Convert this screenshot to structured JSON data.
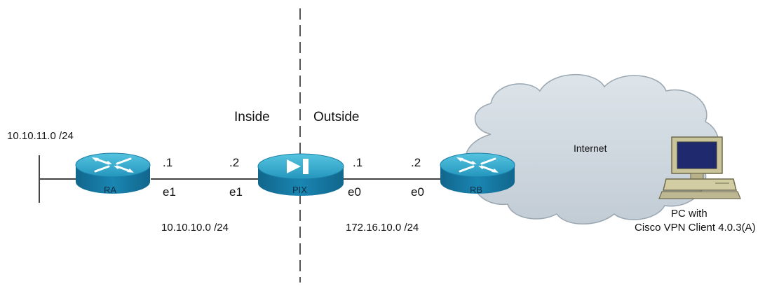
{
  "zones": {
    "inside": "Inside",
    "outside": "Outside"
  },
  "networks": {
    "lan_a": "10.10.11.0 /24",
    "inside_link": "10.10.10.0 /24",
    "outside_link": "172.16.10.0 /24"
  },
  "devices": {
    "ra": {
      "name": "RA",
      "ip": ".1",
      "iface": "e1"
    },
    "pix": {
      "name": "PIX",
      "inside_ip": ".2",
      "inside_iface": "e1",
      "outside_ip": ".1",
      "outside_iface": "e0"
    },
    "rb": {
      "name": "RB",
      "ip": ".2",
      "iface": "e0"
    }
  },
  "cloud": {
    "label": "Internet"
  },
  "pc": {
    "line1": "PC with",
    "line2": "Cisco VPN Client  4.0.3(A)"
  },
  "colors": {
    "router_top": "#2aa6c8",
    "router_side": "#1676a0",
    "cloud_fill": "#cdd6de",
    "cloud_stroke": "#9aa6b0",
    "line": "#444444"
  },
  "icons": [
    "router-icon",
    "pix-firewall-icon",
    "cloud-icon",
    "pc-icon"
  ]
}
